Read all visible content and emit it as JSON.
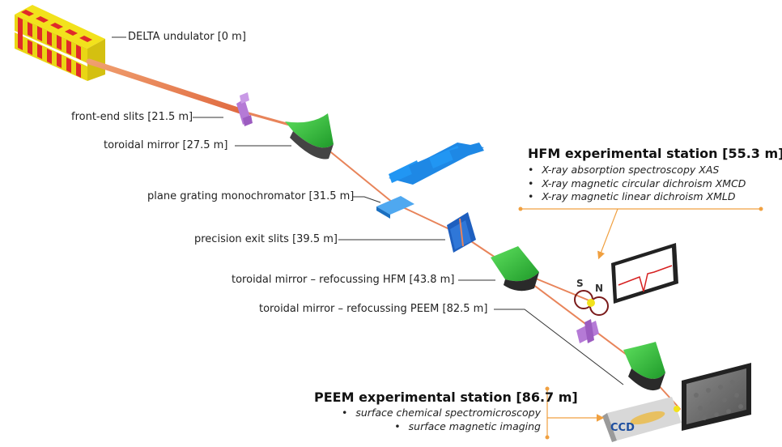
{
  "labels": {
    "undulator": "DELTA undulator [0 m]",
    "front_end_slits": "front-end slits [21.5 m]",
    "toroidal_mirror": "toroidal mirror [27.5 m]",
    "pgm": "plane grating monochromator [31.5 m]",
    "exit_slits": "precision exit slits [39.5 m]",
    "tm_hfm": "toroidal mirror – refocussing HFM [43.8 m]",
    "tm_peem": "toroidal mirror – refocussing PEEM [82.5 m]"
  },
  "hfm_station": {
    "title": "HFM experimental station [55.3 m]",
    "items": [
      "X-ray absorption spectroscopy XAS",
      "X-ray magnetic circular dichroism XMCD",
      "X-ray magnetic linear dichroism XMLD"
    ]
  },
  "peem_station": {
    "title": "PEEM experimental station [86.7 m]",
    "items": [
      "surface chemical spectromicroscopy",
      "surface magnetic imaging"
    ]
  },
  "magnet_poles": {
    "south": "S",
    "north": "N"
  },
  "detector_label": "CCD",
  "colors": {
    "beam": "#e8845a",
    "mirror": "#3cc83c",
    "grating": "#1e88e5",
    "slits": "#b57ad6",
    "undulator_red": "#e02a2a",
    "undulator_yellow": "#f2e21c",
    "accent": "#f0a040"
  }
}
